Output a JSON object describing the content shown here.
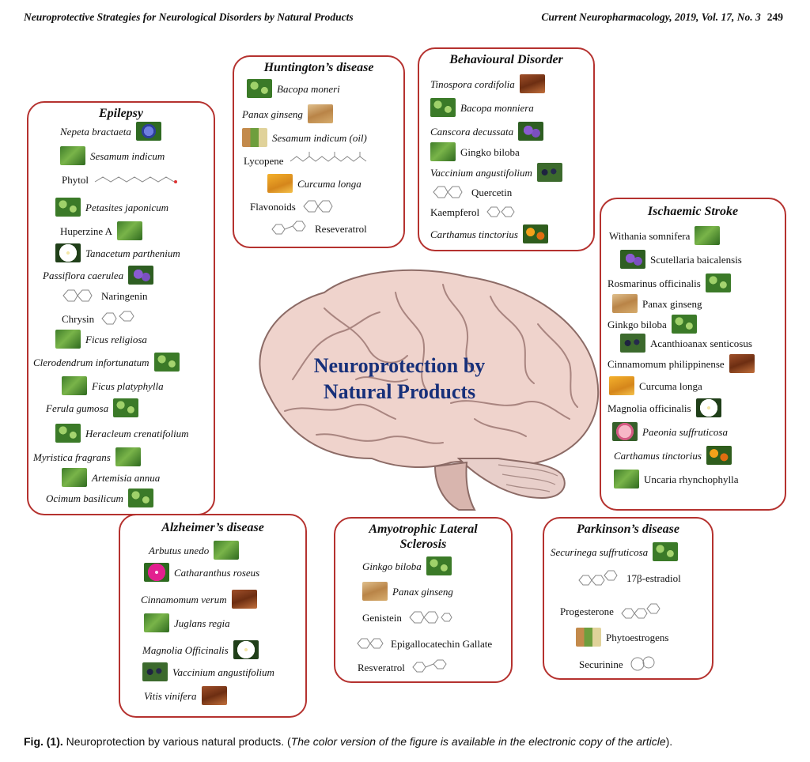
{
  "header": {
    "left": "Neuroprotective Strategies for Neurological Disorders by Natural Products",
    "journal": "Current Neuropharmacology, 2019, Vol. 17, No. 3",
    "page": "249"
  },
  "center_title": {
    "line1": "Neuroprotection by",
    "line2": "Natural Products"
  },
  "epilepsy": {
    "title": "Epilepsy",
    "items": [
      "Nepeta bractaeta",
      "Sesamum indicum",
      "Phytol",
      "Petasites japonicum",
      "Huperzine A",
      "Tanacetum parthenium",
      "Passiflora caerulea",
      "Naringenin",
      "Chrysin",
      "Ficus religiosa",
      "Clerodendrum infortunatum",
      "Ficus platyphylla",
      "Ferula gumosa",
      "Heracleum crenatifolium",
      "Myristica fragrans",
      "Artemisia annua",
      "Ocimum basilicum"
    ]
  },
  "huntington": {
    "title": "Huntington’s disease",
    "items": [
      "Bacopa moneri",
      "Panax ginseng",
      "Sesamum indicum (oil)",
      "Lycopene",
      "Curcuma longa",
      "Flavonoids",
      "Reseveratrol"
    ]
  },
  "behavioural": {
    "title": "Behavioural Disorder",
    "items": [
      "Tinospora cordifolia",
      "Bacopa monniera",
      "Canscora decussata",
      "Gingko biloba",
      "Vaccinium angustifolium",
      "Quercetin",
      "Kaempferol",
      "Carthamus tinctorius"
    ]
  },
  "ischaemic": {
    "title": "Ischaemic Stroke",
    "items": [
      "Withania somnifera",
      "Scutellaria baicalensis",
      "Rosmarinus officinalis",
      "Panax ginseng",
      "Ginkgo biloba",
      "Acanthioanax senticosus",
      "Cinnamomum philippinense",
      "Curcuma longa",
      "Magnolia officinalis",
      "Paeonia suffruticosa",
      "Carthamus tinctorius",
      "Uncaria rhynchophylla"
    ]
  },
  "alzheimer": {
    "title": "Alzheimer’s disease",
    "items": [
      "Arbutus unedo",
      "Catharanthus roseus",
      "Cinnamomum verum",
      "Juglans regia",
      "Magnolia Officinalis",
      "Vaccinium angustifolium",
      "Vitis vinifera"
    ]
  },
  "als": {
    "title_line1": "Amyotrophic Lateral",
    "title_line2": "Sclerosis",
    "items": [
      "Ginkgo biloba",
      "Panax ginseng",
      "Genistein",
      "Epigallocatechin Gallate",
      "Resveratrol"
    ]
  },
  "parkinson": {
    "title": "Parkinson’s disease",
    "items": [
      "Securinega suffruticosa",
      "17β-estradiol",
      "Progesterone",
      "Phytoestrogens",
      "Securinine"
    ]
  },
  "caption": {
    "label": "Fig. (1).",
    "text": " Neuroprotection by various natural products. (",
    "note": "The color version of the figure is available in the electronic copy of the article",
    "end": ")."
  }
}
